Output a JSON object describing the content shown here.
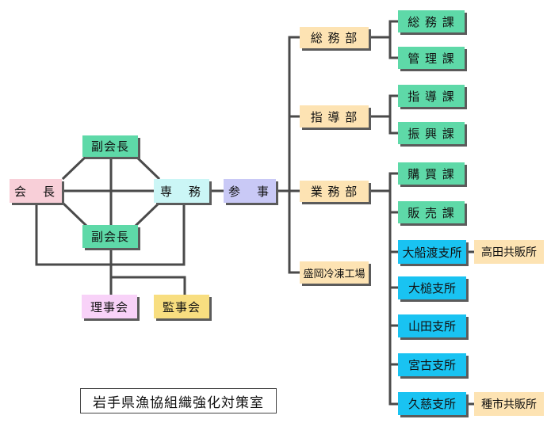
{
  "nodes": {
    "kaicho": "会　長",
    "fuku_kaicho_top": "副会長",
    "fuku_kaicho_bottom": "副会長",
    "senmu": "専　務",
    "sanji": "参　事",
    "riji_kai": "理事会",
    "kanji_kai": "監事会",
    "somu_bu": "総 務 部",
    "shido_bu": "指 導 部",
    "gyomu_bu": "業 務 部",
    "reito_kojo": "盛岡冷凍工場",
    "somu_ka": "総 務 課",
    "kanri_ka": "管 理 課",
    "shido_ka": "指 導 課",
    "shinko_ka": "振 興 課",
    "konyu_ka": "購 買 課",
    "hanbai_ka": "販 売 課",
    "ofunato": "大船渡支所",
    "otsuchi": "大槌支所",
    "yamada": "山田支所",
    "miyako": "宮古支所",
    "kuji": "久慈支所",
    "takata": "高田共販所",
    "tanechi": "種市共販所"
  },
  "footer_title": "岩手県漁協組織強化対策室",
  "colors": {
    "line": "#4a4a4a",
    "pink": "#f8cfd8",
    "green": "#5ed9a8",
    "cyan": "#cbf6f6",
    "lavender": "#c9c9f6",
    "tan": "#fde3b3",
    "blue": "#19c3f2",
    "magenta": "#f8d2f8",
    "yellow": "#f8de80"
  }
}
